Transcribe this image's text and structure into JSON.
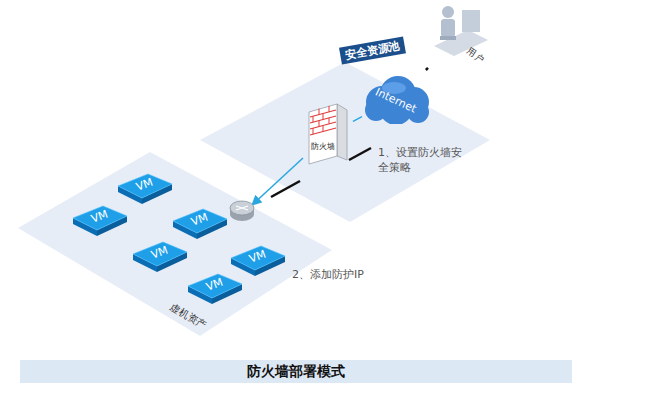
{
  "diagram": {
    "title": "防火墙部署模式",
    "nodes": [
      {
        "text": [
          "安全资源池"
        ]
      },
      {
        "text": [
          "防火墙"
        ],
        "in": 0
      },
      {
        "text": [
          "Internet"
        ],
        "in": 0
      },
      {
        "text": [
          "用户"
        ]
      },
      {
        "text": [
          "虚机资产"
        ]
      },
      {
        "text": [
          "VM"
        ],
        "in": 4
      },
      {
        "text": [
          "VM"
        ],
        "in": 4
      },
      {
        "text": [
          "VM"
        ],
        "in": 4
      },
      {
        "text": [
          "VM"
        ],
        "in": 4
      },
      {
        "text": [
          "VM"
        ],
        "in": 4
      },
      {
        "text": [
          "VM"
        ],
        "in": 4
      }
    ],
    "edges": [
      {
        "from": 3,
        "to": 2,
        "arrow": "none"
      },
      {
        "from": 2,
        "to": 1,
        "arrow": "none"
      },
      {
        "from": 1,
        "to": 4,
        "arrow": "to"
      }
    ],
    "labels": [
      "1、设置防火墙安全策略",
      "2、添加防护IP"
    ]
  }
}
